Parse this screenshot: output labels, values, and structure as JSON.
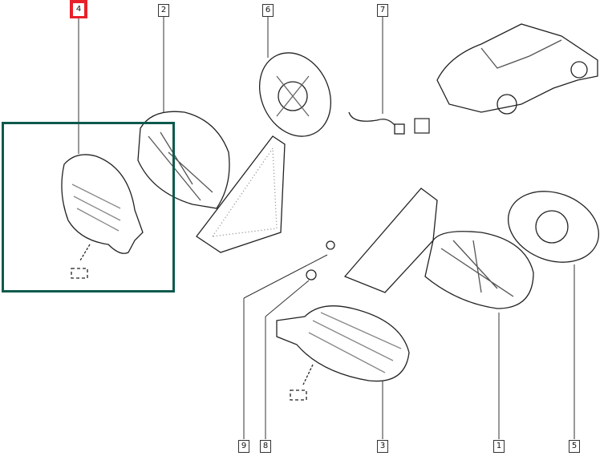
{
  "diagram": {
    "selected_part": "4",
    "selection_color": "#0d5a4c",
    "highlight_color": "#e8202a",
    "callouts": [
      {
        "id": "4",
        "label": "4"
      },
      {
        "id": "2",
        "label": "2"
      },
      {
        "id": "6",
        "label": "6"
      },
      {
        "id": "7",
        "label": "7"
      },
      {
        "id": "9",
        "label": "9"
      },
      {
        "id": "8",
        "label": "8"
      },
      {
        "id": "3",
        "label": "3"
      },
      {
        "id": "1",
        "label": "1"
      },
      {
        "id": "5",
        "label": "5"
      }
    ]
  }
}
